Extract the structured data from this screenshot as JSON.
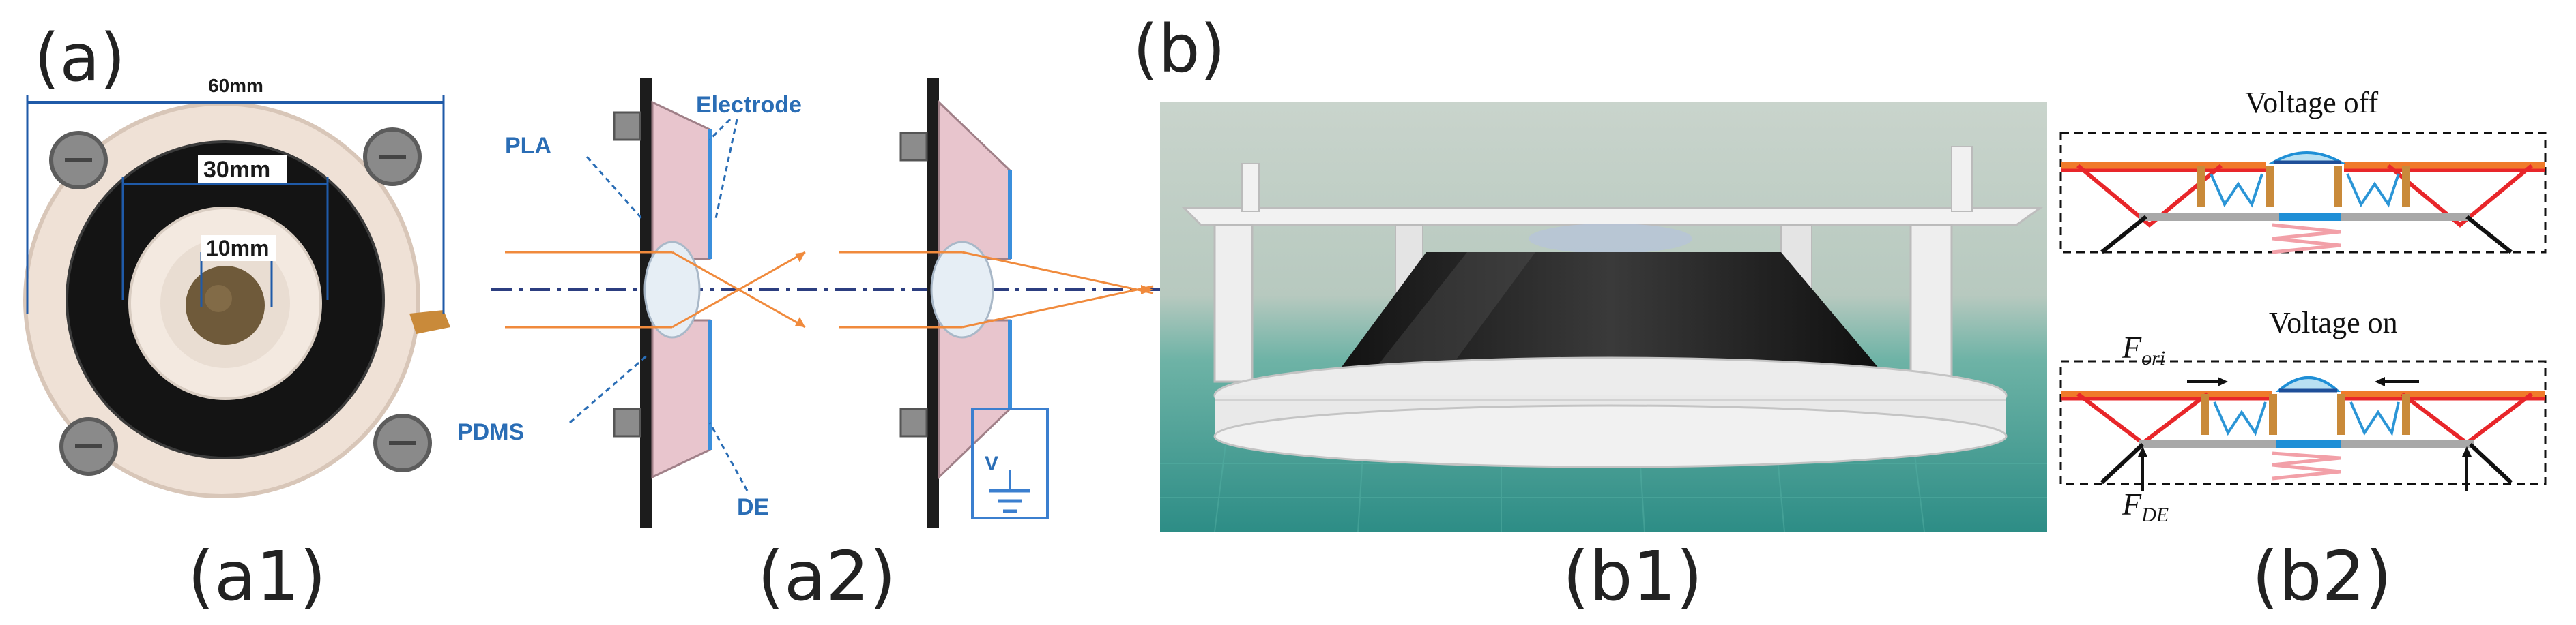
{
  "panels": {
    "a": "(a)",
    "b": "(b)",
    "a1": "(a1)",
    "a2": "(a2)",
    "b1": "(b1)",
    "b2": "(b2)"
  },
  "a1": {
    "dim_outer": "60mm",
    "dim_middle": "30mm",
    "dim_inner": "10mm"
  },
  "a2": {
    "label_pla": "PLA",
    "label_electrode": "Electrode",
    "label_pdms": "PDMS",
    "label_de": "DE",
    "label_v": "V"
  },
  "b2": {
    "title_off": "Voltage off",
    "title_on": "Voltage on",
    "force_ori": "F",
    "force_ori_sub": "ori",
    "force_de": "F",
    "force_de_sub": "DE"
  },
  "colors": {
    "label_blue": "#2a6db5",
    "electrode_orange": "#f07a2a",
    "membrane_red": "#e8262a",
    "lens_blue": "#1f8fd6",
    "spring_pink": "#f2a0a8"
  }
}
